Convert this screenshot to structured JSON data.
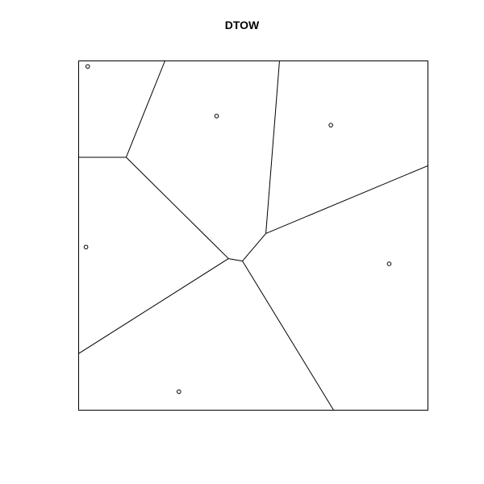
{
  "title": "DTOW",
  "colors": {
    "background": "#ffffff",
    "stroke": "#000000"
  },
  "chart_data": {
    "type": "voronoi",
    "title": "DTOW",
    "xlim": [
      0,
      1
    ],
    "ylim": [
      0,
      1
    ],
    "axes_visible": false,
    "sites": [
      {
        "x": 0.026,
        "y": 0.984
      },
      {
        "x": 0.395,
        "y": 0.842
      },
      {
        "x": 0.722,
        "y": 0.816
      },
      {
        "x": 0.021,
        "y": 0.467
      },
      {
        "x": 0.889,
        "y": 0.419
      },
      {
        "x": 0.287,
        "y": 0.053
      }
    ],
    "vertices": [
      {
        "x": 0.136,
        "y": 0.724
      },
      {
        "x": 0.429,
        "y": 0.434
      },
      {
        "x": 0.469,
        "y": 0.427
      },
      {
        "x": 0.536,
        "y": 0.506
      }
    ],
    "edges": [
      {
        "from": {
          "x": 0.0,
          "y": 0.724
        },
        "to": {
          "x": 0.136,
          "y": 0.724
        }
      },
      {
        "from": {
          "x": 0.136,
          "y": 0.724
        },
        "to": {
          "x": 0.247,
          "y": 1.0
        }
      },
      {
        "from": {
          "x": 0.136,
          "y": 0.724
        },
        "to": {
          "x": 0.429,
          "y": 0.434
        }
      },
      {
        "from": {
          "x": 0.429,
          "y": 0.434
        },
        "to": {
          "x": 0.469,
          "y": 0.427
        }
      },
      {
        "from": {
          "x": 0.429,
          "y": 0.434
        },
        "to": {
          "x": 0.0,
          "y": 0.162
        }
      },
      {
        "from": {
          "x": 0.469,
          "y": 0.427
        },
        "to": {
          "x": 0.536,
          "y": 0.506
        }
      },
      {
        "from": {
          "x": 0.469,
          "y": 0.427
        },
        "to": {
          "x": 0.73,
          "y": 0.0
        }
      },
      {
        "from": {
          "x": 0.536,
          "y": 0.506
        },
        "to": {
          "x": 0.575,
          "y": 1.0
        }
      },
      {
        "from": {
          "x": 0.536,
          "y": 0.506
        },
        "to": {
          "x": 1.0,
          "y": 0.7
        }
      }
    ]
  }
}
